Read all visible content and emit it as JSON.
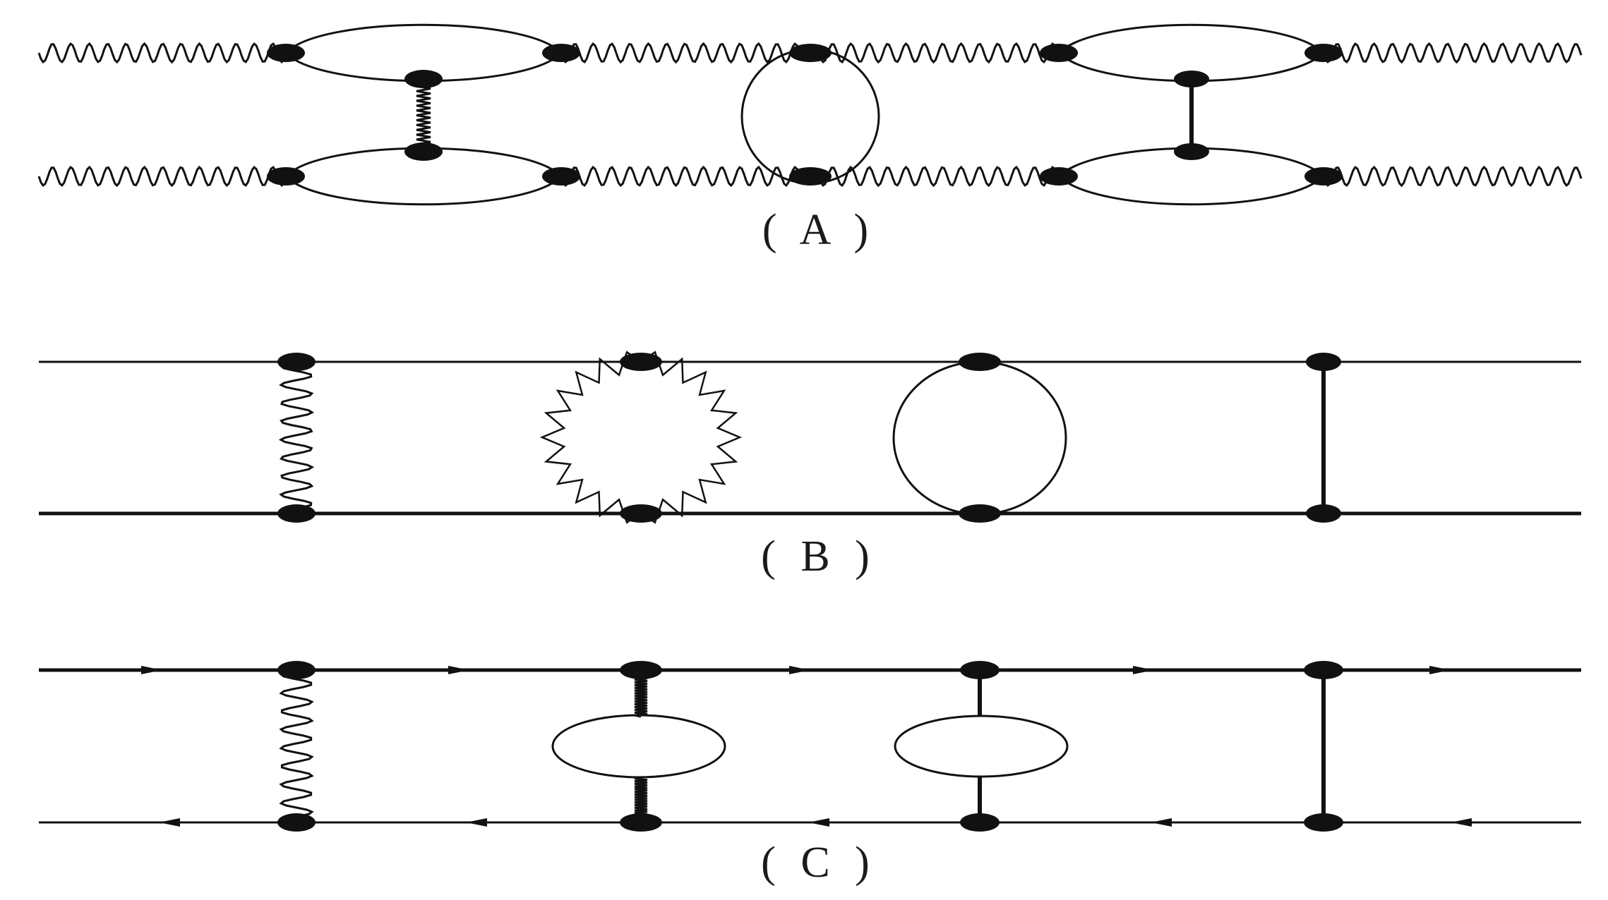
{
  "figure": {
    "panels": [
      {
        "id": "A",
        "label": "( A )"
      },
      {
        "id": "B",
        "label": "( B )"
      },
      {
        "id": "C",
        "label": "( C )"
      }
    ],
    "colors": {
      "ink": "#111111",
      "background": "#ffffff"
    }
  }
}
